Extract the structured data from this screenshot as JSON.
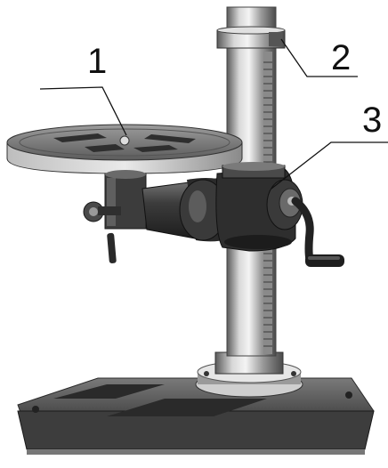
{
  "figure": {
    "description_free": true,
    "callouts": [
      {
        "id": "1",
        "label": "1"
      },
      {
        "id": "2",
        "label": "2"
      },
      {
        "id": "3",
        "label": "3"
      }
    ],
    "colors": {
      "metal_dark": "#1e1e1e",
      "metal_mid": "#6b6b6b",
      "metal_light": "#c8c8c8",
      "highlight": "#f0f0f0",
      "line": "#111111"
    }
  }
}
